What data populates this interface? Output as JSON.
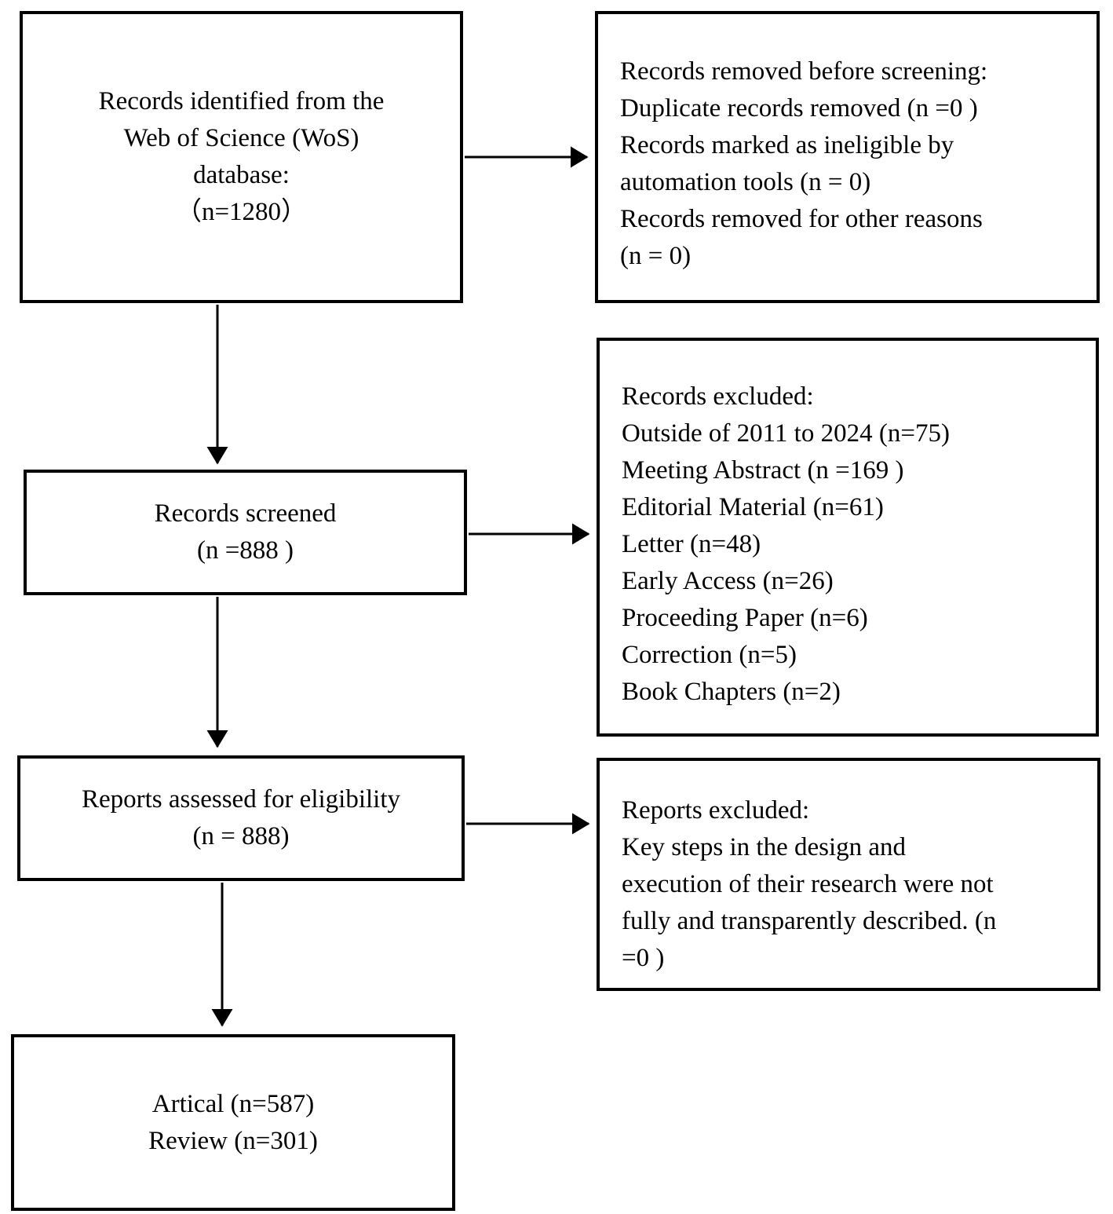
{
  "diagram": {
    "type": "flowchart",
    "colors": {
      "line": "#000000",
      "text": "#000000",
      "background": "#ffffff"
    },
    "boxes": [
      {
        "name": "records-identified",
        "text": "Records identified from the\nWeb of Science (WoS)\ndatabase:\n（n=1280）"
      },
      {
        "name": "records-removed-before-screening",
        "text": "Records removed before screening:\nDuplicate records removed (n =0 )\nRecords marked as ineligible by\nautomation tools (n = 0)\nRecords removed for other reasons\n(n = 0)"
      },
      {
        "name": "records-screened",
        "text": "Records screened\n(n =888 )"
      },
      {
        "name": "records-excluded",
        "text": "Records excluded:\nOutside of 2011 to 2024 (n=75)\nMeeting Abstract (n =169 )\nEditorial Material (n=61)\nLetter (n=48)\nEarly Access (n=26)\nProceeding Paper (n=6)\nCorrection (n=5)\nBook Chapters (n=2)"
      },
      {
        "name": "reports-assessed-for-eligibility",
        "text": "Reports assessed for eligibility\n(n = 888)"
      },
      {
        "name": "reports-excluded",
        "text": "Reports excluded:\nKey steps in the design and\nexecution of their research were not\nfully and transparently described. (n\n=0 )"
      },
      {
        "name": "included-studies",
        "text": "Artical (n=587)\nReview (n=301)"
      }
    ],
    "arrows": [
      {
        "from": "records-identified",
        "to": "records-removed-before-screening"
      },
      {
        "from": "records-identified",
        "to": "records-screened"
      },
      {
        "from": "records-screened",
        "to": "records-excluded"
      },
      {
        "from": "records-screened",
        "to": "reports-assessed-for-eligibility"
      },
      {
        "from": "reports-assessed-for-eligibility",
        "to": "reports-excluded"
      },
      {
        "from": "reports-assessed-for-eligibility",
        "to": "included-studies"
      }
    ]
  }
}
